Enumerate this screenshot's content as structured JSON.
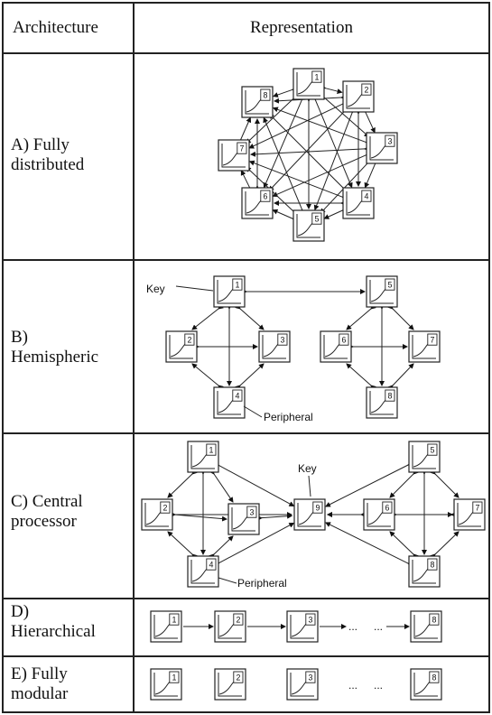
{
  "header": {
    "architecture": "Architecture",
    "representation": "Representation"
  },
  "rows": [
    {
      "label": "A) Fully distributed",
      "label_lines": [
        "A) Fully",
        "distributed"
      ]
    },
    {
      "label": "B) Hemispheric",
      "label_lines": [
        "B)",
        "Hemispheric"
      ]
    },
    {
      "label": "C) Central processor",
      "label_lines": [
        "C) Central",
        "processor"
      ]
    },
    {
      "label": "D) Hierarchical",
      "label_lines": [
        "D)",
        "Hierarchical"
      ]
    },
    {
      "label": "E) Fully modular",
      "label_lines": [
        "E) Fully",
        "modular"
      ]
    }
  ],
  "annotations": {
    "key": "Key",
    "peripheral": "Peripheral",
    "ellipsis": "...",
    "ellipsis2": "..."
  },
  "nodes": {
    "a": [
      "1",
      "2",
      "3",
      "4",
      "5",
      "6",
      "7",
      "8"
    ],
    "b": [
      "1",
      "2",
      "3",
      "4",
      "5",
      "6",
      "7",
      "8"
    ],
    "c": [
      "1",
      "2",
      "3",
      "4",
      "5",
      "6",
      "7",
      "8",
      "9"
    ],
    "d": [
      "1",
      "2",
      "3",
      "8"
    ],
    "e": [
      "1",
      "2",
      "3",
      "8"
    ]
  }
}
